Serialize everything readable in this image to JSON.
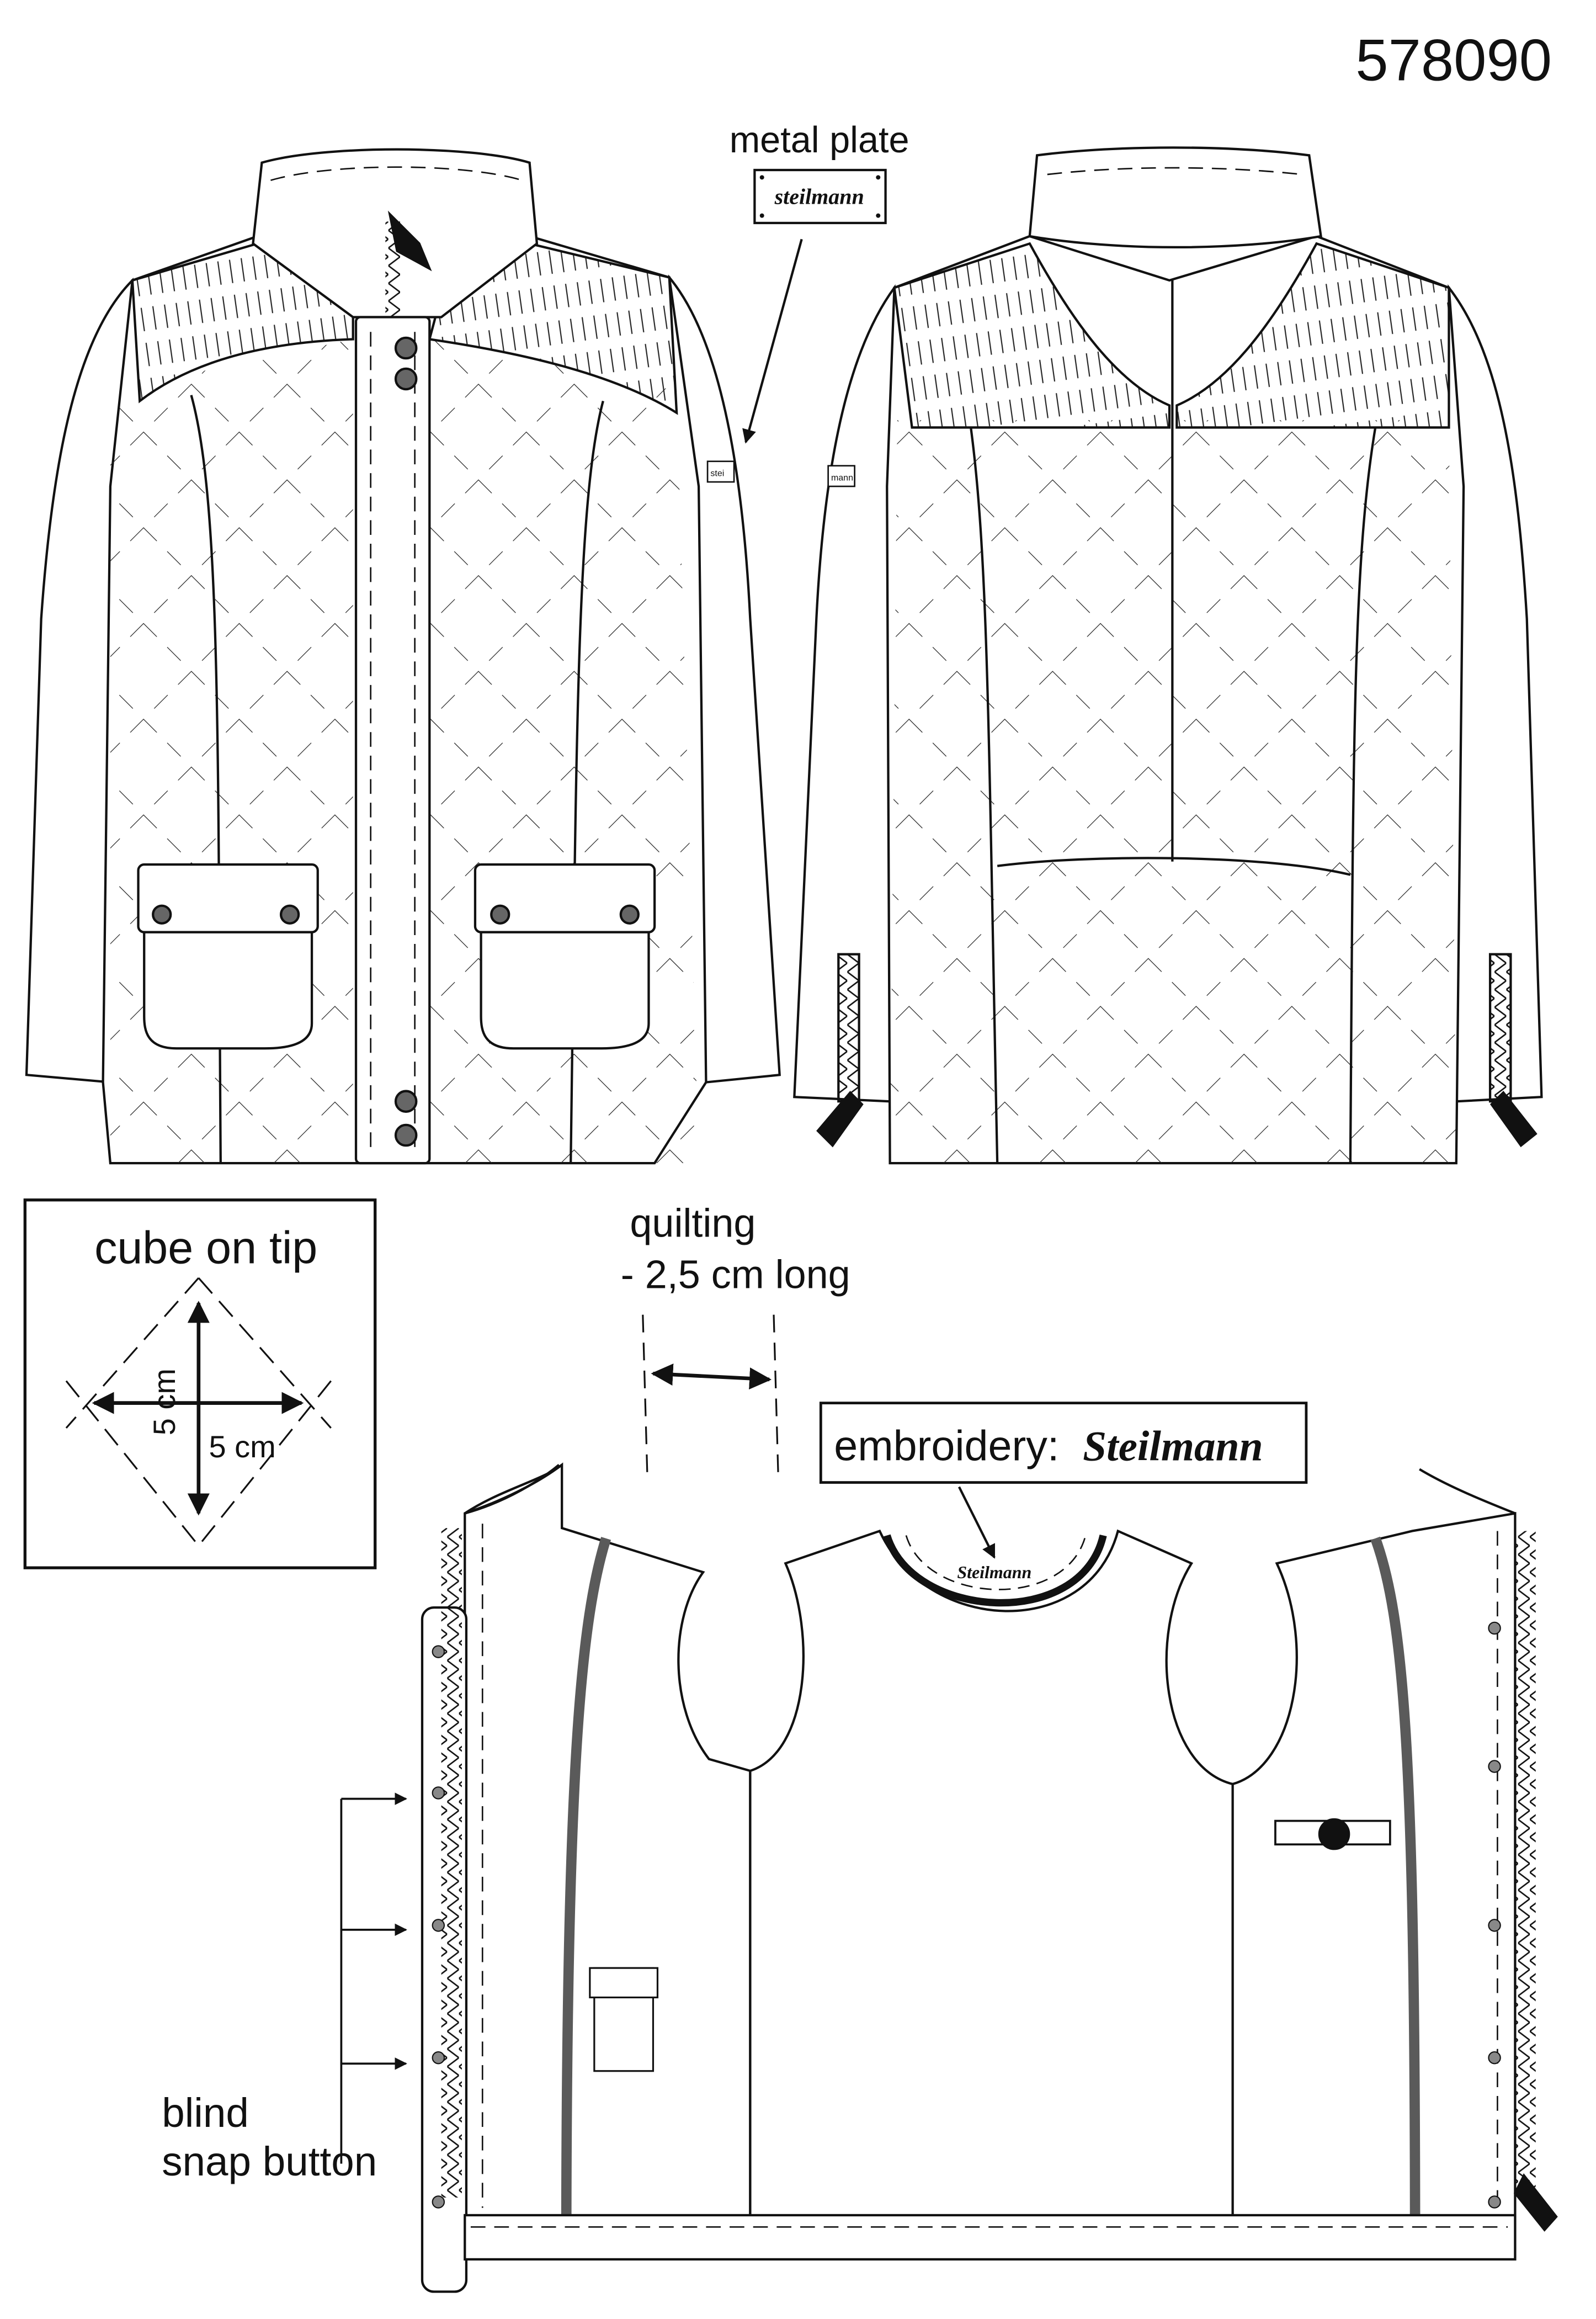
{
  "style_number": "578090",
  "labels": {
    "metal_plate": "metal plate",
    "cube_on_tip": "cube on tip",
    "dim_vertical": "5 cm",
    "dim_horizontal": "5 cm",
    "quilting_line1": "quilting",
    "quilting_line2": "- 2,5 cm long",
    "embroidery_prefix": "embroidery:",
    "embroidery_brand": "Steilmann",
    "blind_snap_line1": "blind",
    "blind_snap_line2": "snap button"
  },
  "brand": {
    "plate_text": "steilmann",
    "collar_embroidery": "Steilmann",
    "sleeve_tag_front": "stei",
    "sleeve_tag_back": "mann"
  },
  "colors": {
    "outline": "#111111",
    "snap": "#666666",
    "piping": "#5a5a5a",
    "paper": "#ffffff"
  }
}
